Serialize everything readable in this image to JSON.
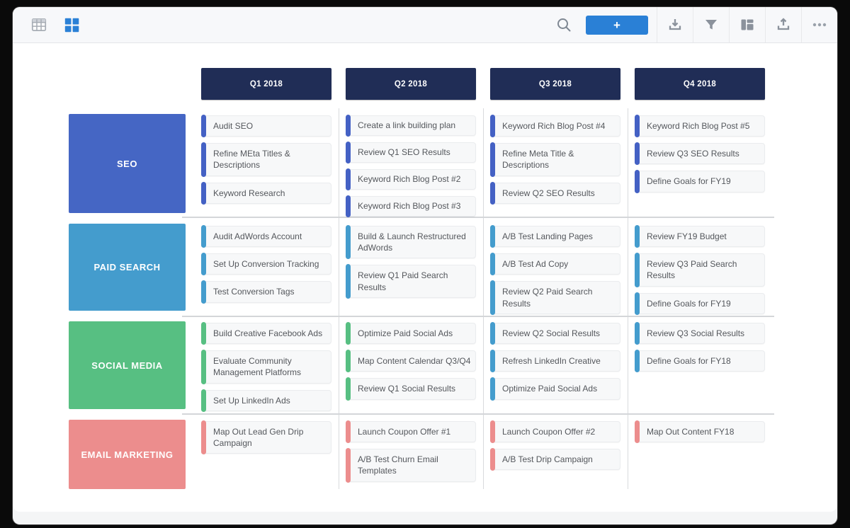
{
  "toolbar": {
    "add_button_label": "+",
    "left_icons": [
      "table-view-icon",
      "grid-view-icon"
    ],
    "right_icons": [
      "search-icon",
      "add-button",
      "download-icon",
      "filter-icon",
      "layout-icon",
      "upload-icon",
      "more-icon"
    ]
  },
  "colors": {
    "accent_blue": "#2a80d6",
    "header_navy": "#202d56",
    "seo_blue": "#4566c4",
    "paid_search_blue": "#449ccd",
    "social_green": "#57bf82",
    "email_salmon": "#ec8d8d"
  },
  "board": {
    "quarters": [
      "Q1 2018",
      "Q2 2018",
      "Q3 2018",
      "Q4 2018"
    ],
    "rows": [
      {
        "label": "SEO",
        "color": "#4566c4",
        "cells": [
          {
            "accent": "#4461c4",
            "cards": [
              "Audit SEO",
              "Refine MEta Titles & Descriptions",
              "Keyword Research"
            ]
          },
          {
            "accent": "#4461c4",
            "cards": [
              "Create a link building plan",
              "Review Q1 SEO Results",
              "Keyword Rich Blog Post #2",
              "Keyword Rich Blog Post #3"
            ]
          },
          {
            "accent": "#4461c4",
            "cards": [
              "Keyword Rich Blog Post #4",
              "Refine Meta Title & Descriptions",
              "Review Q2 SEO Results"
            ]
          },
          {
            "accent": "#4461c4",
            "cards": [
              "Keyword Rich Blog Post #5",
              "Review Q3 SEO Results",
              "Define Goals for FY19"
            ]
          }
        ]
      },
      {
        "label": "PAID SEARCH",
        "color": "#449ccd",
        "cells": [
          {
            "accent": "#449ccd",
            "cards": [
              "Audit AdWords Account",
              "Set Up Conversion Tracking",
              "Test Conversion Tags"
            ]
          },
          {
            "accent": "#449ccd",
            "cards": [
              "Build  & Launch Restructured AdWords",
              "Review Q1 Paid Search Results"
            ]
          },
          {
            "accent": "#449ccd",
            "cards": [
              "A/B Test Landing Pages",
              "A/B Test Ad Copy",
              "Review Q2 Paid Search Results"
            ]
          },
          {
            "accent": "#449ccd",
            "cards": [
              "Review FY19 Budget",
              "Review Q3 Paid Search Results",
              "Define Goals for FY19"
            ]
          }
        ]
      },
      {
        "label": "SOCIAL MEDIA",
        "color": "#57bf82",
        "cells": [
          {
            "accent": "#57bf82",
            "cards": [
              "Build Creative Facebook Ads",
              "Evaluate Community Management Platforms",
              "Set Up LinkedIn Ads"
            ]
          },
          {
            "accent": "#57bf82",
            "cards": [
              "Optimize Paid Social Ads",
              "Map Content Calendar Q3/Q4",
              "Review Q1 Social Results"
            ]
          },
          {
            "accent": "#449ccd",
            "cards": [
              "Review Q2 Social Results",
              "Refresh LinkedIn Creative",
              "Optimize Paid Social Ads"
            ]
          },
          {
            "accent": "#449ccd",
            "cards": [
              "Review Q3 Social Results",
              "Define Goals for FY18"
            ]
          }
        ]
      },
      {
        "label": "EMAIL MARKETING",
        "color": "#ec8d8d",
        "cells": [
          {
            "accent": "#ec8d8d",
            "cards": [
              "Map Out Lead Gen Drip Campaign"
            ]
          },
          {
            "accent": "#ec8d8d",
            "cards": [
              "Launch Coupon Offer #1",
              "A/B Test Churn Email Templates"
            ]
          },
          {
            "accent": "#ec8d8d",
            "cards": [
              "Launch Coupon Offer #2",
              "A/B Test Drip Campaign"
            ]
          },
          {
            "accent": "#ec8d8d",
            "cards": [
              "Map Out Content FY18"
            ]
          }
        ]
      }
    ]
  }
}
